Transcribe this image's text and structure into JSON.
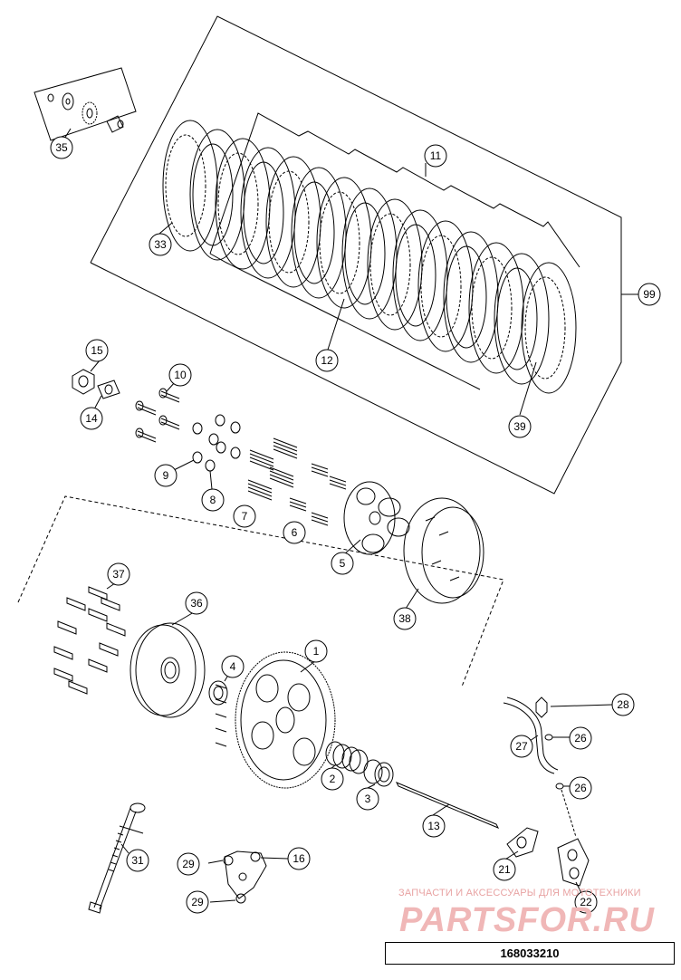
{
  "callouts": [
    "35",
    "11",
    "33",
    "99",
    "12",
    "39",
    "15",
    "10",
    "14",
    "9",
    "8",
    "7",
    "6",
    "5",
    "38",
    "37",
    "36",
    "4",
    "1",
    "2",
    "3",
    "13",
    "28",
    "27",
    "26",
    "26",
    "31",
    "29",
    "16",
    "29",
    "21",
    "22"
  ],
  "watermark": {
    "line1": "ЗАПЧАСТИ И АКСЕССУАРЫ ДЛЯ МОТОТЕХНИКИ",
    "line2": "PARTSFOR.RU"
  },
  "footer": {
    "code": "168033210"
  }
}
